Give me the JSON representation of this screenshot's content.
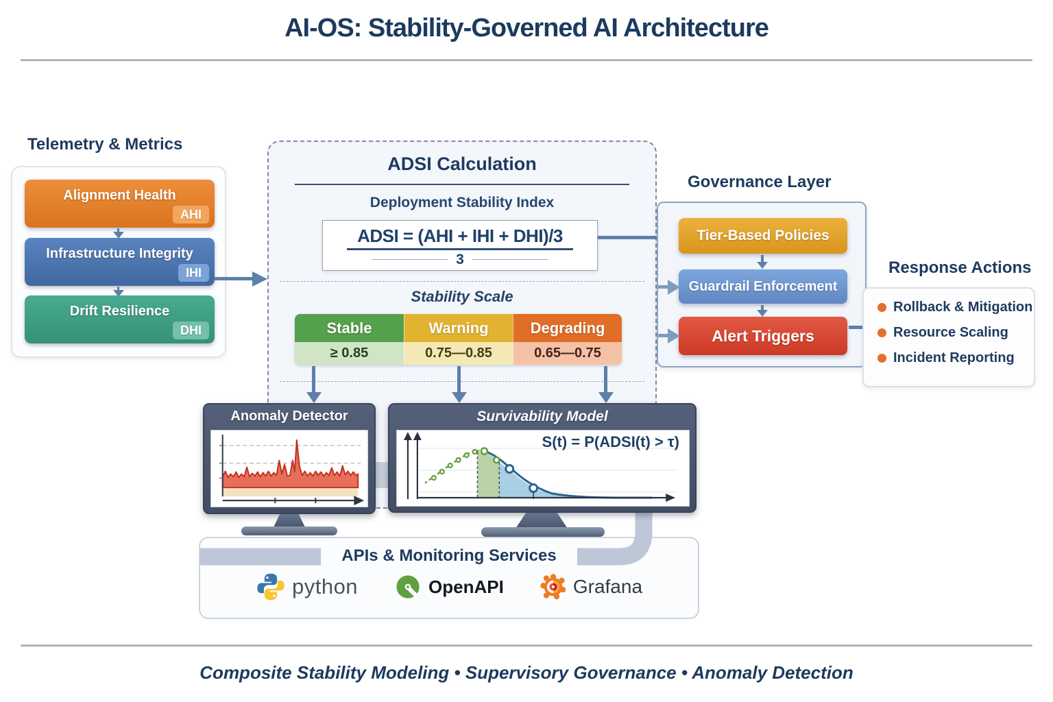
{
  "title": "AI-OS: Stability-Governed AI Architecture",
  "telemetry": {
    "heading": "Telemetry & Metrics",
    "metrics": [
      {
        "label": "Alignment Health",
        "badge": "AHI"
      },
      {
        "label": "Infrastructure Integrity",
        "badge": "IHI"
      },
      {
        "label": "Drift Resilience",
        "badge": "DHI"
      }
    ]
  },
  "adsi": {
    "heading": "ADSI Calculation",
    "subheading": "Deployment Stability Index",
    "formula": {
      "numerator": "ADSI = (AHI + IHI + DHI)/3",
      "denominator": "3"
    },
    "scale_heading": "Stability Scale",
    "scale": [
      {
        "label": "Stable",
        "range": "≥ 0.85"
      },
      {
        "label": "Warning",
        "range": "0.75—0.85"
      },
      {
        "label": "Degrading",
        "range": "0.65—0.75"
      }
    ]
  },
  "governance": {
    "heading": "Governance Layer",
    "policies": "Tier-Based Policies",
    "guardrail": "Guardrail Enforcement",
    "alerts": "Alert Triggers"
  },
  "response": {
    "heading": "Response Actions",
    "items": [
      "Rollback & Mitigation",
      "Resource Scaling",
      "Incident Reporting"
    ]
  },
  "monitors": {
    "anomaly": {
      "title": "Anomaly Detector"
    },
    "survivability": {
      "title": "Survivability Model",
      "formula": "S(t) = P(ADSI(t) > τ)"
    }
  },
  "services": {
    "heading": "APIs & Monitoring Services",
    "logos": [
      {
        "name": "python"
      },
      {
        "name": "OpenAPI"
      },
      {
        "name": "Grafana"
      }
    ]
  },
  "footer": "Composite Stability Modeling • Supervisory Governance • Anomaly Detection",
  "colors": {
    "navy": "#1e3a5e",
    "metric_orange": "#e07c2a",
    "metric_blue": "#4a75b0",
    "metric_teal": "#3da189",
    "stable_green": "#55a04c",
    "warning_gold": "#e2b331",
    "degrading_orange": "#e06e26",
    "policy_gold": "#e2a42c",
    "guardrail_blue": "#6e9ad6",
    "alert_red": "#d94a33",
    "bullet_orange": "#e2702a",
    "arrow_steel": "#5d80a8"
  }
}
